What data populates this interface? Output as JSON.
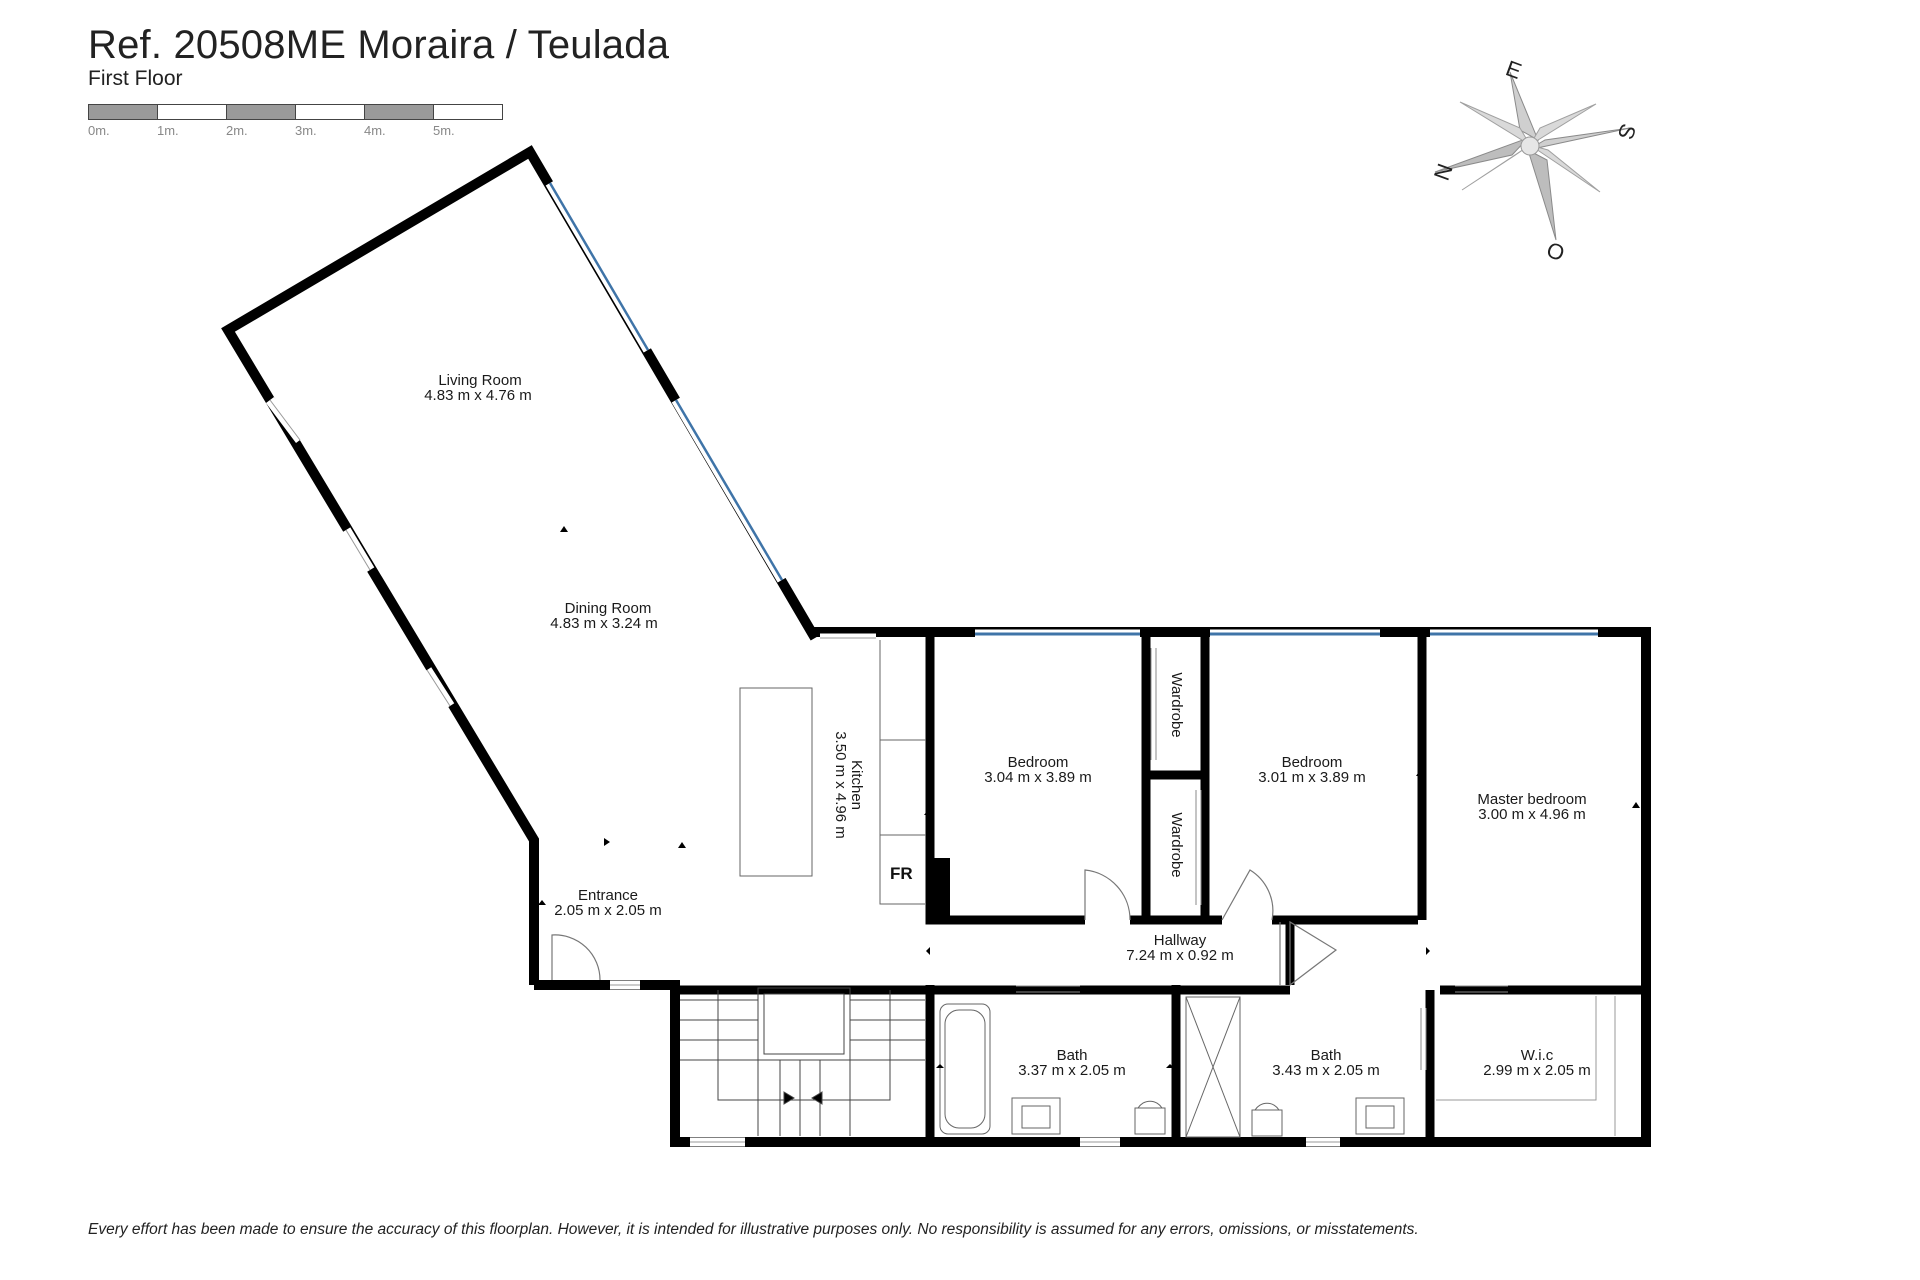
{
  "header": {
    "title": "Ref. 20508ME Moraira / Teulada",
    "floor": "First Floor"
  },
  "scale_bar": {
    "labels": [
      "0m.",
      "1m.",
      "2m.",
      "3m.",
      "4m.",
      "5m."
    ]
  },
  "compass": {
    "north": "N",
    "east": "E",
    "south": "S",
    "west": "O"
  },
  "rooms": {
    "living": {
      "name": "Living Room",
      "size": "4.83 m x 4.76 m"
    },
    "dining": {
      "name": "Dining Room",
      "size": "4.83 m x 3.24 m"
    },
    "kitchen": {
      "name": "Kitchen",
      "size": "3.50 m x 4.96 m"
    },
    "entrance": {
      "name": "Entrance",
      "size": "2.05 m x 2.05 m"
    },
    "bedroom1": {
      "name": "Bedroom",
      "size": "3.04 m x 3.89 m"
    },
    "bedroom2": {
      "name": "Bedroom",
      "size": "3.01 m x 3.89 m"
    },
    "master": {
      "name": "Master bedroom",
      "size": "3.00 m x 4.96 m"
    },
    "wardrobe1": {
      "name": "Wardrobe"
    },
    "wardrobe2": {
      "name": "Wardrobe"
    },
    "hallway": {
      "name": "Hallway",
      "size": "7.24 m x 0.92 m"
    },
    "bath1": {
      "name": "Bath",
      "size": "3.37 m x 2.05 m"
    },
    "bath2": {
      "name": "Bath",
      "size": "3.43 m x 2.05 m"
    },
    "wic": {
      "name": "W.i.c",
      "size": "2.99 m x 2.05 m"
    }
  },
  "fixtures": {
    "fridge": "FR"
  },
  "colors": {
    "wall": "#000000",
    "glazing": "#3f74a8",
    "scale_dark": "#9a9a9a",
    "scale_light": "#ffffff",
    "compass": "#9b9b9b"
  },
  "footer": {
    "disclaimer": "Every effort has been made to ensure the accuracy of this floorplan. However, it is intended for illustrative purposes only. No responsibility is assumed for any errors, omissions, or misstatements."
  }
}
